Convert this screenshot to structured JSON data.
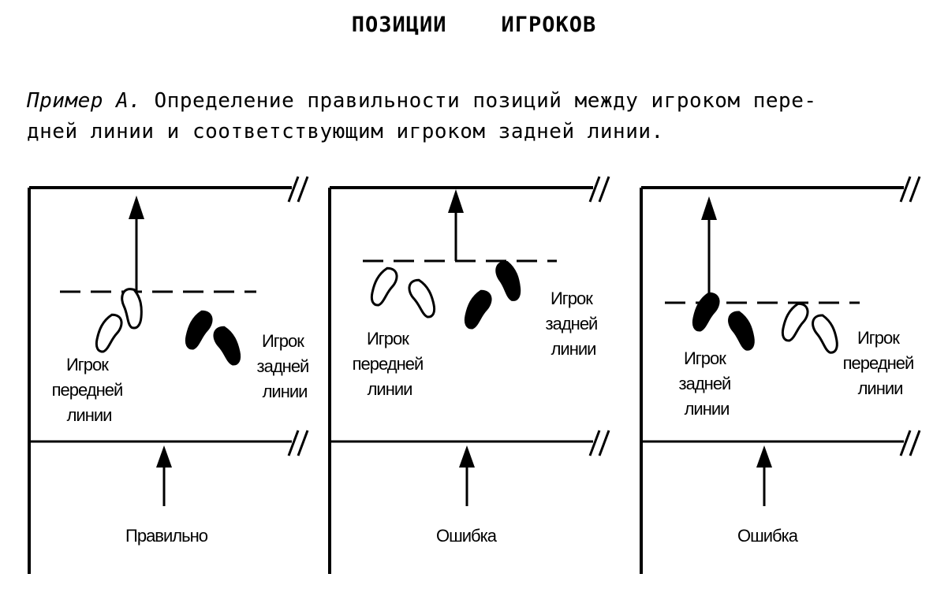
{
  "title": "ПОЗИЦИИ    ИГРОКОВ",
  "description": {
    "example_label": "Пример А.",
    "line1": " Определение правильности позиций между игроком пере-",
    "line2": "дней линии и соответствующим игроком задней линии."
  },
  "panels": [
    {
      "verdict": "Правильно",
      "label_front": [
        "Игрок",
        "передней",
        "линии"
      ],
      "label_back": [
        "Игрок",
        "задней",
        "линии"
      ]
    },
    {
      "verdict": "Ошибка",
      "label_front": [
        "Игрок",
        "передней",
        "линии"
      ],
      "label_back": [
        "Игрок",
        "задней",
        "линии"
      ]
    },
    {
      "verdict": "Ошибка",
      "label_back": [
        "Игрок",
        "задней",
        "линии"
      ],
      "label_front": [
        "Игрок",
        "передней",
        "линии"
      ]
    }
  ],
  "colors": {
    "ink": "#000000",
    "paper": "#ffffff"
  }
}
